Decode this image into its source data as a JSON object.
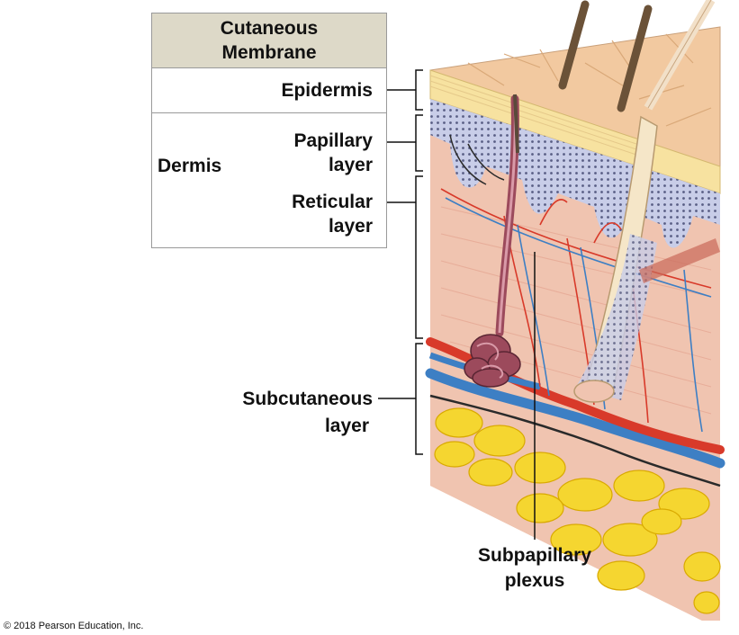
{
  "table": {
    "header_line1": "Cutaneous",
    "header_line2": "Membrane"
  },
  "labels": {
    "epidermis": "Epidermis",
    "dermis": "Dermis",
    "papillary_line1": "Papillary",
    "papillary_line2": "layer",
    "reticular_line1": "Reticular",
    "reticular_line2": "layer",
    "subcutaneous_line1": "Subcutaneous",
    "subcutaneous_line2": "layer",
    "subpapillary_line1": "Subpapillary",
    "subpapillary_line2": "plexus"
  },
  "copyright": "© 2018 Pearson Education, Inc.",
  "colors": {
    "skin_surface": "#f2c9a0",
    "dermis": "#f0c4b0",
    "epidermis_band": "#f7e2a0",
    "basal_layer": "#c8cde8",
    "fat": "#f5d630",
    "artery": "#d83a2a",
    "vein": "#3d7fc4",
    "hair": "#6b5238",
    "gland": "#9c4a5c",
    "table_header": "#ddd9c8"
  }
}
